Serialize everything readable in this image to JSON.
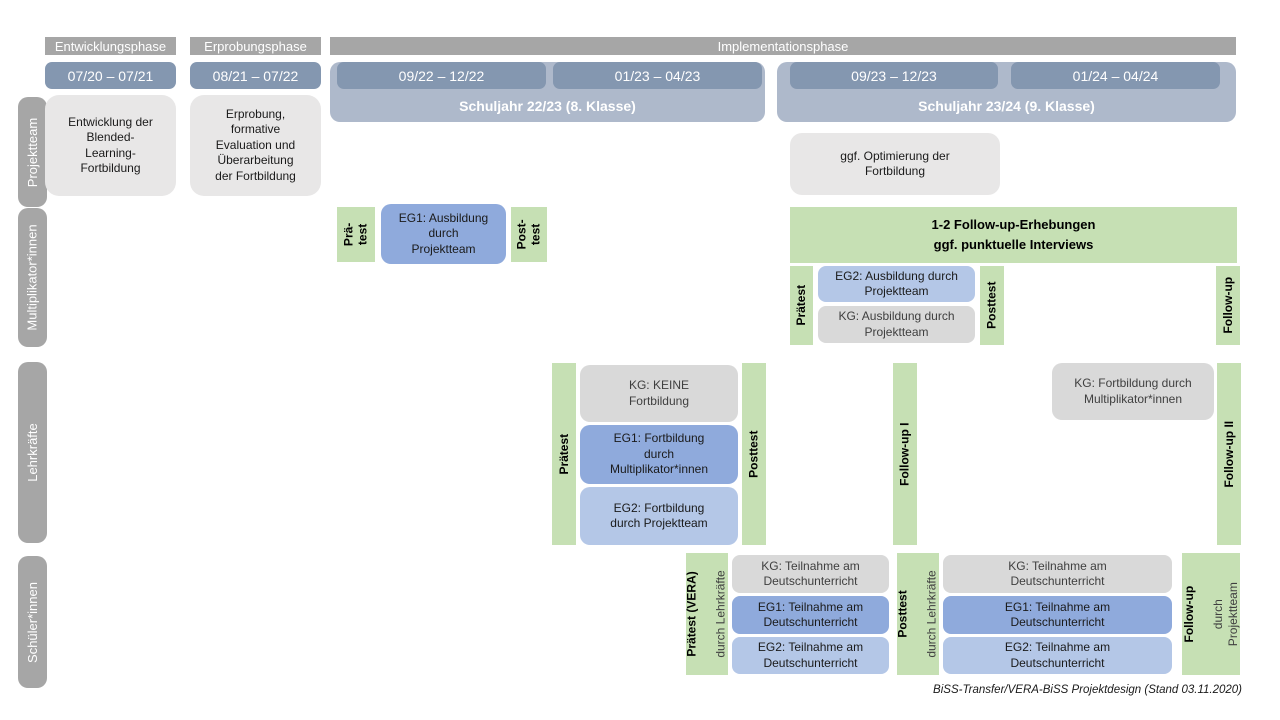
{
  "colors": {
    "phase_bar": "#a6a6a6",
    "row_bar": "#a6a6a6",
    "date_bar": "#8497b0",
    "year_band": "#aeb9cb",
    "box_light_gray": "#e8e7e7",
    "box_gray": "#d9d9d9",
    "box_eg1": "#8faadc",
    "box_eg2": "#b4c7e7",
    "green": "#c6e0b4",
    "text_dark": "#1a1a1a",
    "text_gray": "#3f3f3f"
  },
  "phases": {
    "entwicklung": "Entwicklungsphase",
    "erprobung": "Erprobungsphase",
    "implementation": "Implementationsphase"
  },
  "dates": {
    "d1": "07/20 – 07/21",
    "d2": "08/21 – 07/22",
    "d3": "09/22 – 12/22",
    "d4": "01/23 – 04/23",
    "d5": "09/23 – 12/23",
    "d6": "01/24 – 04/24"
  },
  "school_years": {
    "sy1": "Schuljahr 22/23 (8. Klasse)",
    "sy2": "Schuljahr 23/24 (9. Klasse)"
  },
  "rows": {
    "projektteam": "Projektteam",
    "multiplikatoren": "Multiplikator*innen",
    "lehrkraefte": "Lehrkräfte",
    "schueler": "Schüler*innen"
  },
  "projektteam": {
    "entwicklung": "Entwicklung der\nBlended-\nLearning-\nFortbildung",
    "erprobung": "Erprobung,\nformative\nEvaluation und\nÜberarbeitung\nder Fortbildung",
    "optimierung": "ggf. Optimierung der\nFortbildung"
  },
  "multiplikatoren": {
    "praetest_1": "Prä-\ntest",
    "eg1": "EG1: Ausbildung\ndurch\nProjektteam",
    "posttest_1": "Post-\ntest",
    "followup_erhebungen": "1-2 Follow-up-Erhebungen\nggf. punktuelle Interviews",
    "praetest_2": "Prätest",
    "eg2": "EG2: Ausbildung durch\nProjektteam",
    "kg": "KG: Ausbildung durch\nProjektteam",
    "posttest_2": "Posttest",
    "followup": "Follow-up"
  },
  "lehrkraefte": {
    "praetest": "Prätest",
    "kg_keine": "KG: KEINE\nFortbildung",
    "eg1": "EG1: Fortbildung\ndurch\nMultiplikator*innen",
    "eg2": "EG2: Fortbildung\ndurch Projektteam",
    "posttest": "Posttest",
    "followup_1": "Follow-up I",
    "kg_fortbildung": "KG: Fortbildung durch\nMultiplikator*innen",
    "followup_2": "Follow-up II"
  },
  "schueler": {
    "praetest_title": "Prätest (VERA)",
    "praetest_sub": "durch Lehrkräfte",
    "kg_1": "KG: Teilnahme am\nDeutschunterricht",
    "eg1_1": "EG1: Teilnahme am\nDeutschunterricht",
    "eg2_1": "EG2: Teilnahme am\nDeutschunterricht",
    "posttest_title": "Posttest",
    "posttest_sub": "durch Lehrkräfte",
    "kg_2": "KG: Teilnahme am\nDeutschunterricht",
    "eg1_2": "EG1: Teilnahme am\nDeutschunterricht",
    "eg2_2": "EG2: Teilnahme am\nDeutschunterricht",
    "followup_title": "Follow-up",
    "followup_sub": "durch\nProjektteam"
  },
  "caption": "BiSS-Transfer/VERA-BiSS Projektdesign (Stand 03.11.2020)"
}
